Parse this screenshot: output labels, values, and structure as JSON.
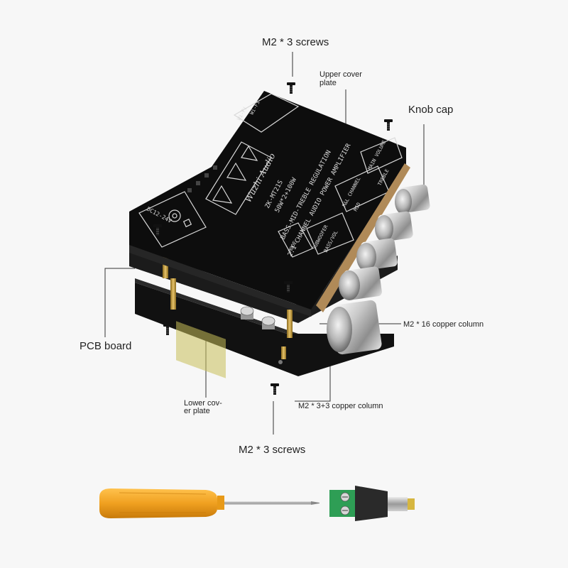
{
  "labels": {
    "screws_top": "M2 * 3 screws",
    "upper_cover_line1": "Upper cover",
    "upper_cover_line2": "plate",
    "knob_cap": "Knob cap",
    "m2_16_column": "M2 * 16 copper column",
    "pcb_board": "PCB board",
    "lower_cover_line1": "Lower cov-",
    "lower_cover_line2": "er plate",
    "m2_33_column": "M2 * 3+3 copper column",
    "screws_bottom": "M2 * 3 screws"
  },
  "board_print": {
    "brand": "Wuzhi Audio",
    "model": "ZK-MT21S",
    "power": "50W*2+100W",
    "line1": "BASS-MID-TREBLE REGULATION",
    "line2": "2.1 CHANNEL AUDIO POWER AMPLIFIER",
    "power_input": "DC12-24V",
    "knob_main": "MAIN VOLUME",
    "knob_treble": "TREBLE",
    "knob_channel": "R&L CHANNEL",
    "knob_mid": "MID",
    "knob_subwoofer": "SUBWOOFER",
    "knob_bass": "BASS/VOL",
    "mode": "MODE",
    "wifi1": "Wi-Fi",
    "wifi2": "Wi-Fi"
  },
  "colors": {
    "background": "#f7f7f7",
    "board": "#0d0d0d",
    "print": "#d9d9d9",
    "knob": "#c8c8c8",
    "screwdriver_handle": "#f0a020",
    "connector": "#2a2a2a",
    "terminal": "#2e9e55",
    "leader": "#333333"
  },
  "icons": [
    "screw-icon",
    "knob-icon",
    "speaker-icon",
    "screwdriver-icon",
    "dc-connector-icon"
  ]
}
